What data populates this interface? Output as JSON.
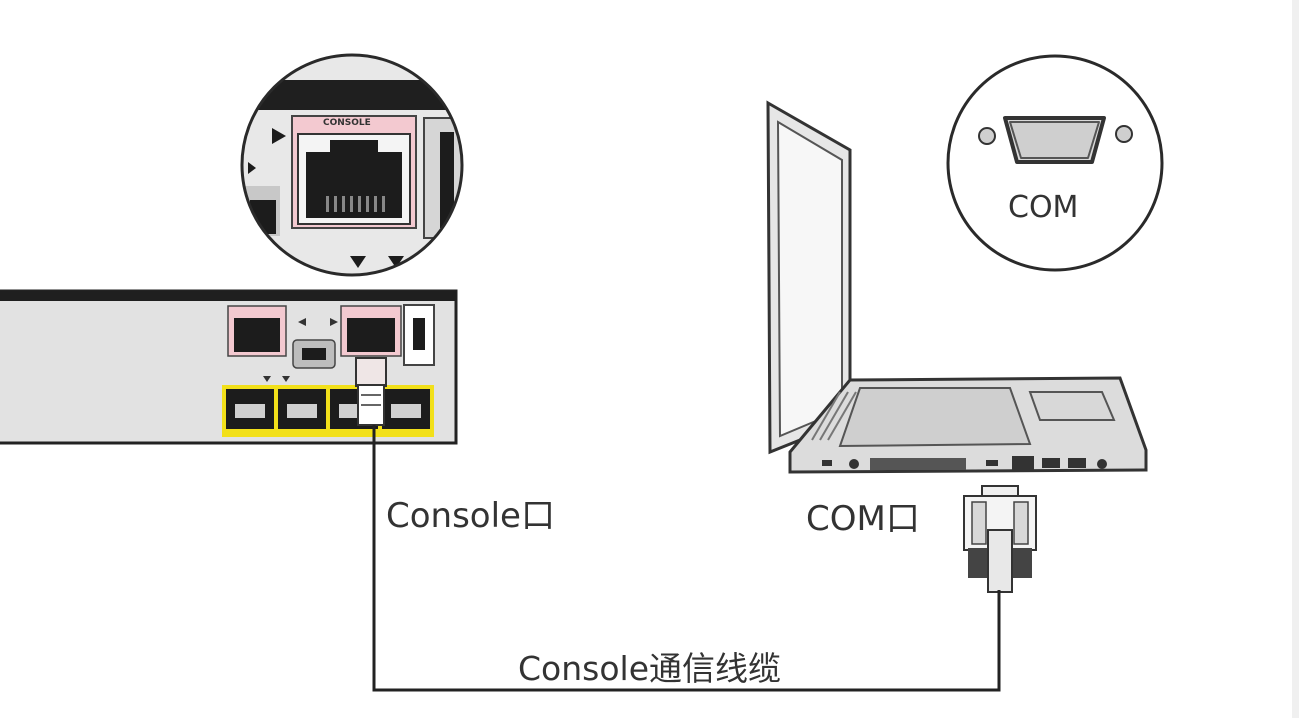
{
  "labels": {
    "console_port": "Console口",
    "com_port": "COM口",
    "cable": "Console通信线缆",
    "com_zoom": "COM",
    "console_tiny": "CONSOLE"
  },
  "colors": {
    "line": "#222222",
    "device_body": "#e2e2e2",
    "device_top": "#1f1f1f",
    "highlight_pink": "#f3c9d0",
    "port_yellow": "#f2e01a",
    "laptop_body": "#dcdcdc",
    "laptop_screen": "#f4f4f4",
    "text": "#333333"
  },
  "icons": [
    "switch-device",
    "rj45-console-port",
    "db9-com-port",
    "laptop",
    "db9-connector",
    "rj45-plug"
  ]
}
